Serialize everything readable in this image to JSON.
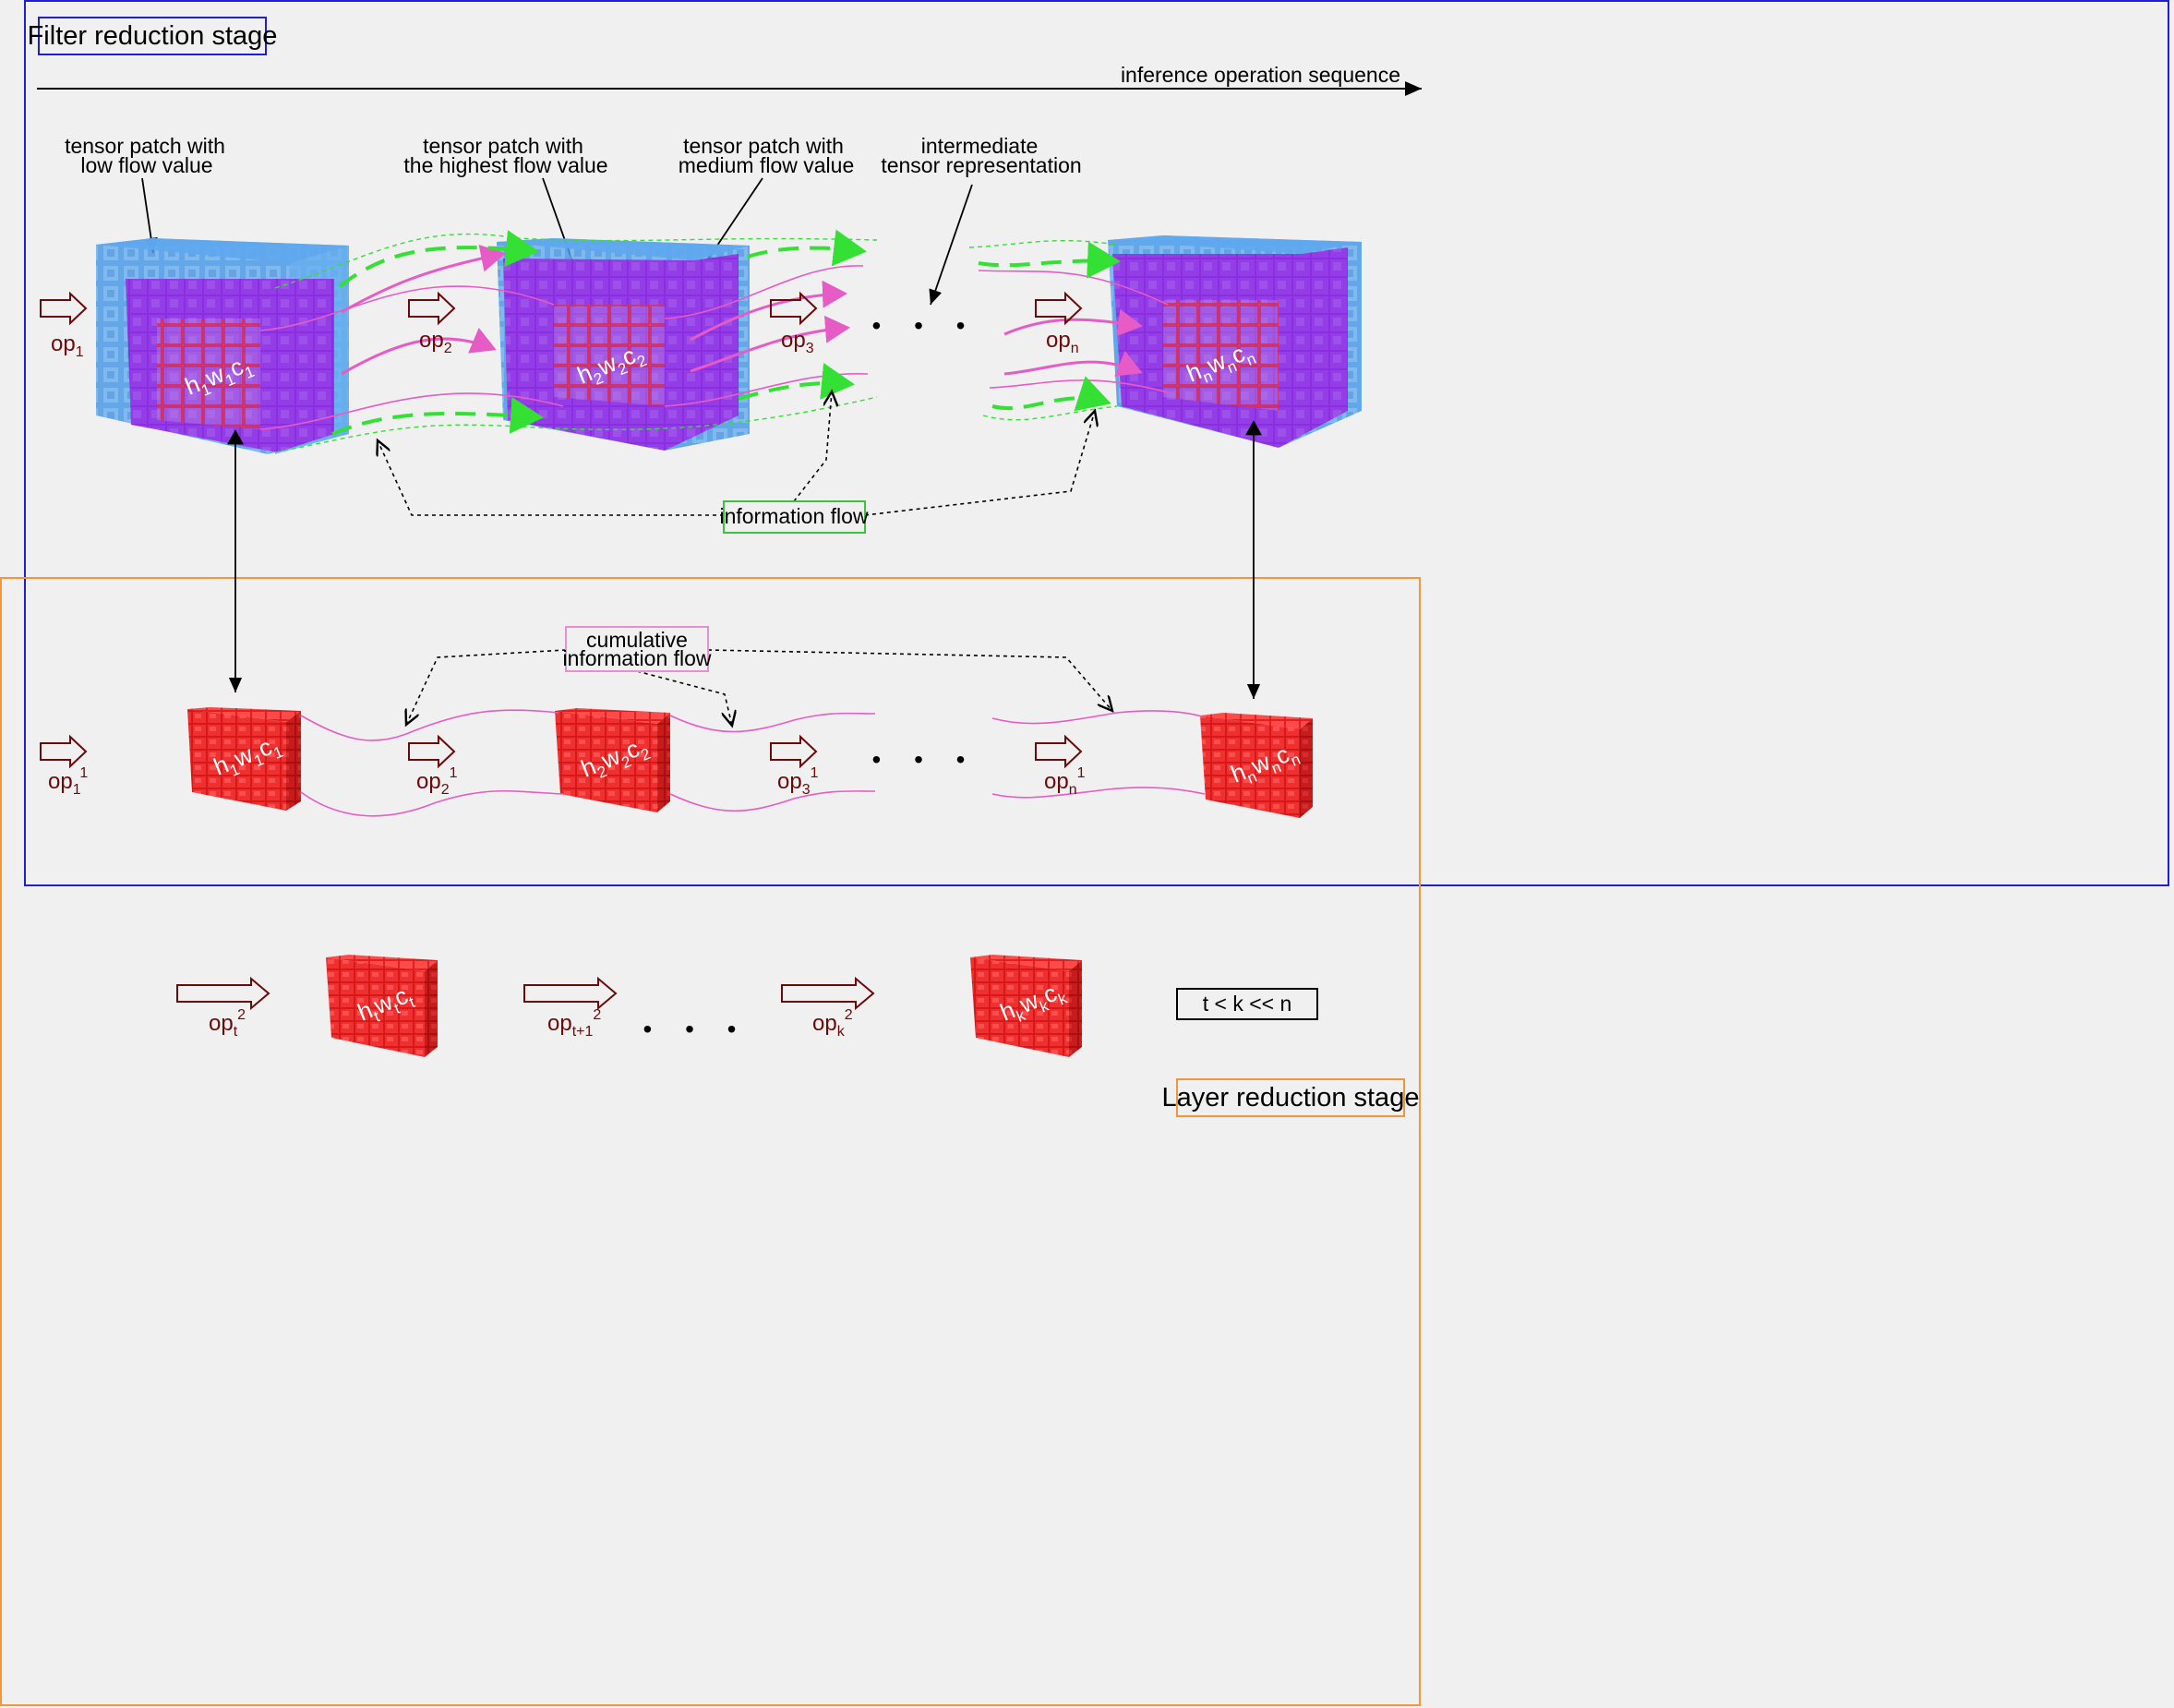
{
  "stages": {
    "filter": "Filter reduction stage",
    "layer": "Layer reduction stage"
  },
  "sequence_label": "inference operation sequence",
  "annotations": {
    "low_flow": [
      "tensor patch with",
      "low flow value"
    ],
    "highest_flow": [
      "tensor patch with",
      "the highest flow value"
    ],
    "medium_flow": [
      "tensor patch with",
      "medium flow value"
    ],
    "intermediate": [
      "intermediate",
      "tensor representation"
    ],
    "information_flow": "information flow",
    "cumulative_flow": [
      "cumulative",
      "information flow"
    ],
    "condition": "t < k << n"
  },
  "ellipsis": "• • •",
  "row1": {
    "ops": [
      {
        "base": "op",
        "sub": "1"
      },
      {
        "base": "op",
        "sub": "2"
      },
      {
        "base": "op",
        "sub": "3"
      },
      {
        "base": "op",
        "sub": "n"
      }
    ],
    "tensors": [
      {
        "h": "1",
        "w": "1",
        "c": "1"
      },
      {
        "h": "2",
        "w": "2",
        "c": "2"
      },
      {
        "h": "n",
        "w": "n",
        "c": "n"
      }
    ]
  },
  "row2": {
    "ops": [
      {
        "base": "op",
        "sub": "1",
        "sup": "1"
      },
      {
        "base": "op",
        "sub": "2",
        "sup": "1"
      },
      {
        "base": "op",
        "sub": "3",
        "sup": "1"
      },
      {
        "base": "op",
        "sub": "n",
        "sup": "1"
      }
    ],
    "tensors": [
      {
        "h": "1",
        "w": "1",
        "c": "1"
      },
      {
        "h": "2",
        "w": "2",
        "c": "2"
      },
      {
        "h": "n",
        "w": "n",
        "c": "n"
      }
    ]
  },
  "row3": {
    "ops": [
      {
        "base": "op",
        "sub": "t",
        "sup": "2"
      },
      {
        "base": "op",
        "sub": "t+1",
        "sup": "2"
      },
      {
        "base": "op",
        "sub": "k",
        "sup": "2"
      }
    ],
    "tensors": [
      {
        "h": "t",
        "w": "t",
        "c": "t"
      },
      {
        "h": "k",
        "w": "k",
        "c": "k"
      }
    ]
  },
  "colors": {
    "filter_border": "#1f1fd1",
    "layer_border": "#f0963c",
    "info_box": "#3cc33c",
    "cumulative_box": "#e88fd0",
    "pink_flow": "#e65bc6",
    "green_flow": "#33e033",
    "purple": "#8a2be2",
    "blue": "#3a8ee6",
    "red": "#e02020",
    "op_text": "#6b0a0a"
  }
}
